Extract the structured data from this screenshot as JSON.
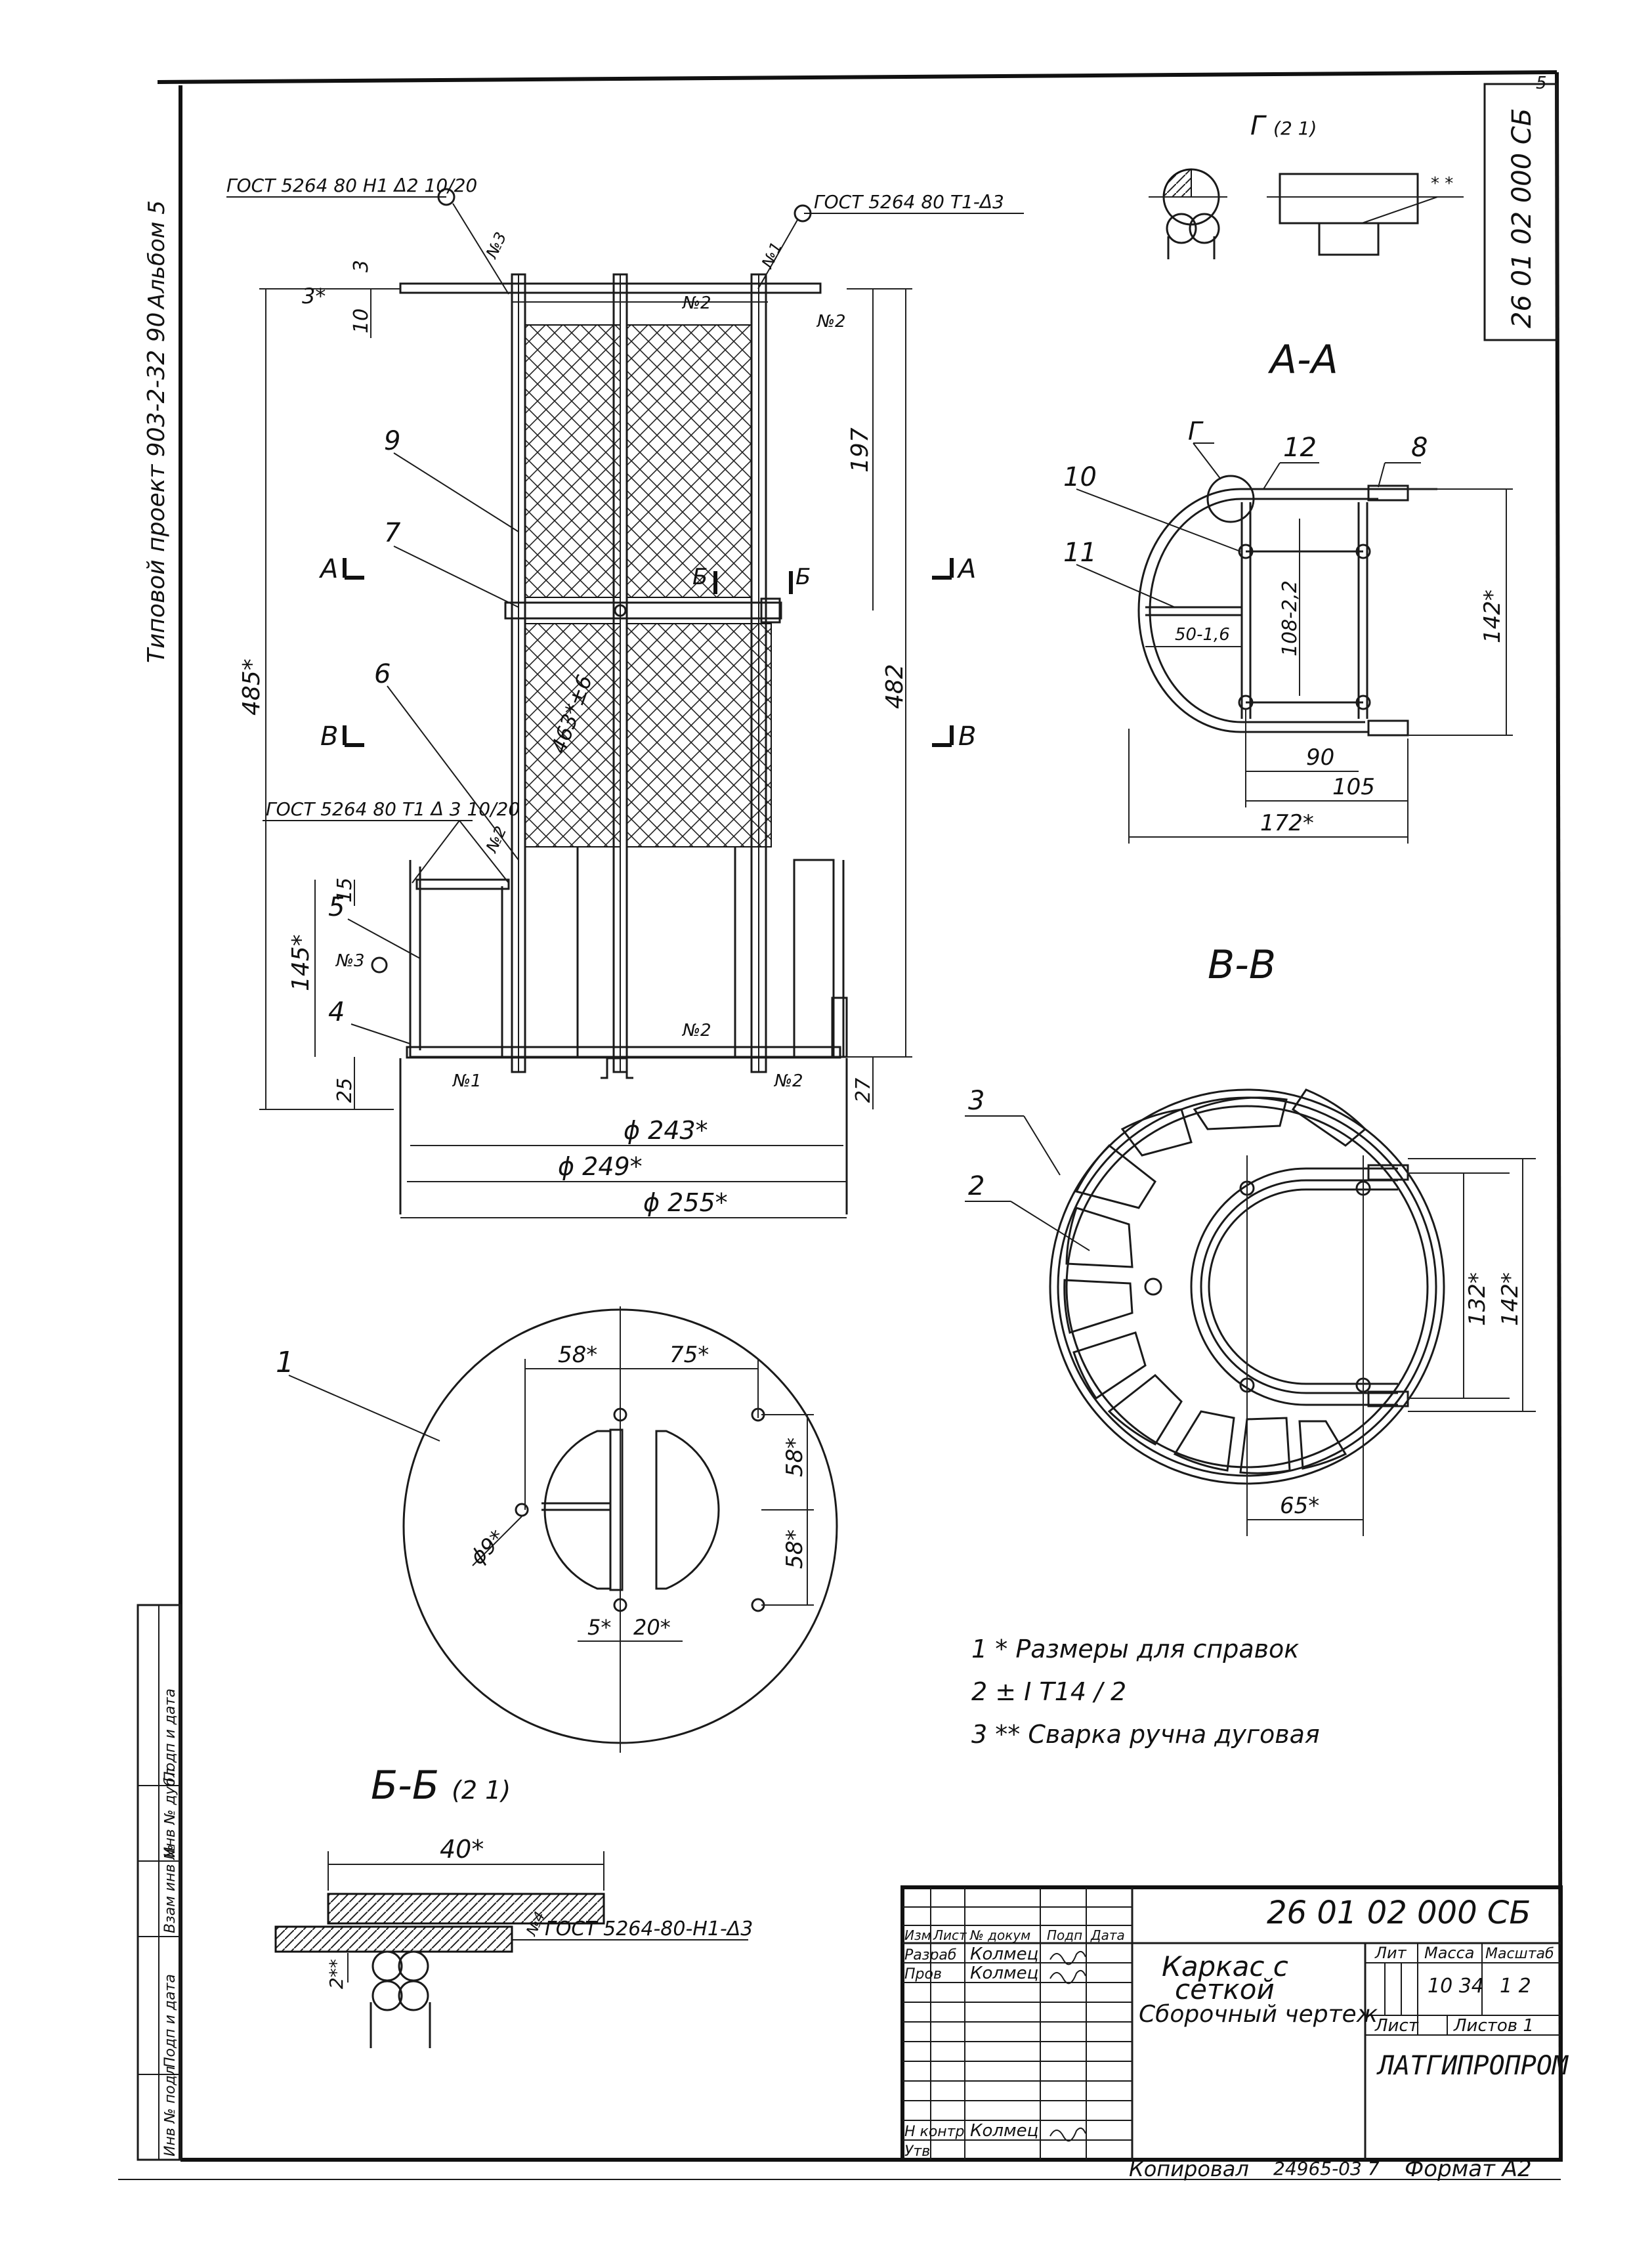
{
  "margin_left": {
    "album": "Альбом 5",
    "project": "Типовой проект 903-2-32 90"
  },
  "sheet_number_top": "5",
  "doc_code_box": "26 01 02 000 СБ",
  "callouts": {
    "weld_top_left": "ГОСТ 5264 80 Н1 Δ2 10/20",
    "weld_top_right": "ГОСТ 5264 80 Т1-Δ3",
    "weld_mid_left": "ГОСТ 5264 80 Т1 Δ 3 10/20",
    "weld_bb": "ГОСТ 5264-80-Н1-Δ3",
    "no1": "№1",
    "no2": "№2",
    "no3": "№3",
    "no4": "№4"
  },
  "positions": [
    "1",
    "2",
    "3",
    "4",
    "5",
    "6",
    "7",
    "8",
    "9",
    "10",
    "11",
    "12"
  ],
  "section_labels": {
    "aa": "А-А",
    "vv": "В-В",
    "bb": "Б-Б",
    "bb_scale": "(2 1)",
    "g": "Г",
    "g_scale": "(2 1)",
    "a": "А",
    "b": "Б",
    "v": "В"
  },
  "dimensions": {
    "d485": "485*",
    "d482": "482",
    "d197": "197",
    "d463": "463*±6",
    "d145": "145*",
    "d15": "15",
    "d25": "25",
    "d27": "27",
    "d3": "3",
    "d3s": "3*",
    "d10": "10",
    "phi243": "ϕ 243*",
    "phi249": "ϕ 249*",
    "phi255": "ϕ 255*",
    "d58a": "58*",
    "d75": "75*",
    "d58b": "58*",
    "d58c": "58*",
    "phi9": "ϕ9*",
    "d5": "5*",
    "d20": "20*",
    "d50": "50-1,6",
    "d108": "108-2,2",
    "d142a": "142*",
    "d90": "90",
    "d105": "105",
    "d172": "172*",
    "d132": "132*",
    "d142b": "142*",
    "d65": "65*",
    "d40": "40*",
    "d2": "2**",
    "dstar": "* *"
  },
  "notes": [
    "1  * Размеры для  справок",
    "2  ± I T14 / 2",
    "3  ** Сварка ручна дуговая"
  ],
  "title_block": {
    "doc_code": "26 01 02 000 СБ",
    "name_line1": "Каркас  с",
    "name_line2": "сеткой",
    "name_line3": "Сборочный чертеж",
    "lit_header": "Лит",
    "mass_header": "Масса",
    "scale_header": "Масштаб",
    "mass_value": "10 34",
    "scale_value": "1 2",
    "sheet_label": "Лист",
    "sheets_label": "Листов 1",
    "org": "ЛАТГИПРОПРОМ",
    "col_headers": [
      "Изм",
      "Лист",
      "№ докум",
      "Подп",
      "Дата"
    ],
    "rows": [
      {
        "role": "Разраб",
        "name": "Колмец"
      },
      {
        "role": "Пров",
        "name": "Колмец"
      },
      {
        "role": "Н контр",
        "name": "Колмец"
      },
      {
        "role": "Утв",
        "name": ""
      }
    ]
  },
  "side_stamp": [
    "Инв № подл",
    "Подп и дата",
    "Взам инв №",
    "Инв № дубл",
    "Подп и дата"
  ],
  "footer": {
    "copied": "Копировал",
    "order": "24965-03  7",
    "format": "Формат А2"
  }
}
